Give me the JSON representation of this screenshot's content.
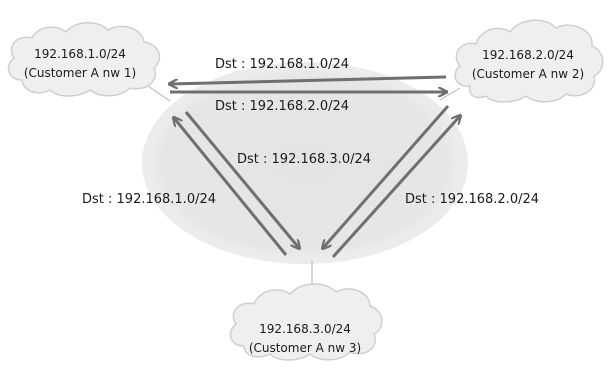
{
  "networks": [
    {
      "id": "nw1",
      "subnet": "192.168.1.0/24",
      "name": "(Customer A nw 1)"
    },
    {
      "id": "nw2",
      "subnet": "192.168.2.0/24",
      "name": "(Customer A nw 2)"
    },
    {
      "id": "nw3",
      "subnet": "192.168.3.0/24",
      "name": "(Customer A nw 3)"
    }
  ],
  "routes": {
    "nw2_to_nw1": "Dst : 192.168.1.0/24",
    "nw1_to_nw2": "Dst : 192.168.2.0/24",
    "nw1_to_nw3": "Dst : 192.168.3.0/24",
    "nw3_to_nw1": "Dst : 192.168.1.0/24",
    "nw3_to_nw2": "Dst : 192.168.2.0/24"
  },
  "colors": {
    "backbone_fill": "#e6e6e6",
    "backbone_rim": "#f3f3f3",
    "cloud_fill": "#efefef",
    "cloud_stroke": "#c8c8c8",
    "arrow": "#6f6f6f",
    "link": "#b0b0b0"
  }
}
